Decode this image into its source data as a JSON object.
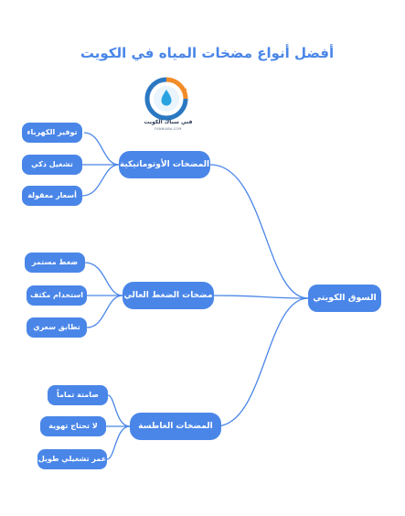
{
  "title": "أفضل أنواع مضخات المياه في الكويت",
  "logo": {
    "icon": "water-drop-circle-logo",
    "brand_text": "فني سباك الكويت",
    "domain_text": "FANNIABA.COM",
    "colors": {
      "orange": "#f28c28",
      "blue": "#2b78c2",
      "drop": "#29a3e0"
    }
  },
  "colors": {
    "node_fill": "#4a86e8",
    "node_text": "#ffffff",
    "link": "#4a86e8",
    "title": "#4a86e8"
  },
  "mindmap": {
    "root": "السوق الكويتي",
    "branches": [
      {
        "label": "المضخات الأوتوماتيكية",
        "leaves": [
          "توفير الكهرباء",
          "تشغيل ذكي",
          "أسعار معقولة"
        ]
      },
      {
        "label": "مضخات الضغط العالي",
        "leaves": [
          "ضغط مستمر",
          "استخدام مكثف",
          "تطابق سعري"
        ]
      },
      {
        "label": "المضخات الغاطسة",
        "leaves": [
          "صامتة تماماً",
          "لا تحتاج تهوية",
          "عمر تشغيلي طويل"
        ]
      }
    ]
  }
}
